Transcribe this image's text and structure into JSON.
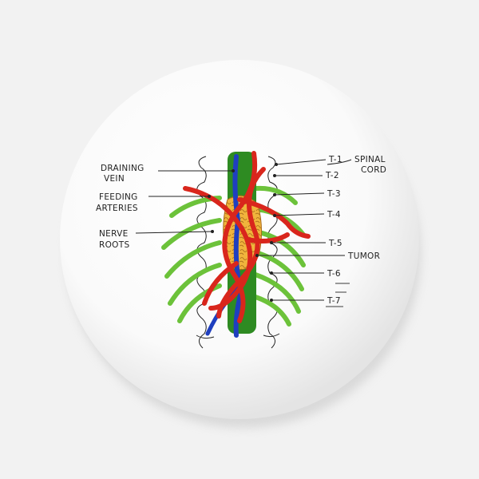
{
  "diagram": {
    "left_labels": [
      {
        "id": "draining-vein",
        "lines": [
          "DRAINING",
          "VEIN"
        ]
      },
      {
        "id": "feeding-arteries",
        "lines": [
          "FEEDING",
          "ARTERIES"
        ]
      },
      {
        "id": "nerve-roots",
        "lines": [
          "NERVE",
          "ROOTS"
        ]
      }
    ],
    "right_labels": [
      {
        "id": "t1",
        "lines": [
          "T-1"
        ]
      },
      {
        "id": "t2",
        "lines": [
          "T-2"
        ]
      },
      {
        "id": "t3",
        "lines": [
          "T-3"
        ]
      },
      {
        "id": "t4",
        "lines": [
          "T-4"
        ]
      },
      {
        "id": "t5",
        "lines": [
          "T-5"
        ]
      },
      {
        "id": "t6",
        "lines": [
          "T-6"
        ]
      },
      {
        "id": "t7",
        "lines": [
          "T-7"
        ]
      },
      {
        "id": "spinal-cord",
        "lines": [
          "SPINAL",
          "CORD"
        ]
      },
      {
        "id": "tumor",
        "lines": [
          "TUMOR"
        ]
      }
    ],
    "colors": {
      "button_face": "#ffffff",
      "button_shade": "#e6e6e6",
      "spinal_cord": "#2e8b22",
      "nerve_roots": "#6cc23a",
      "arteries": "#d9261c",
      "vein": "#1f3fbf",
      "tumor": "#f0b43c",
      "ink": "#222222"
    }
  }
}
